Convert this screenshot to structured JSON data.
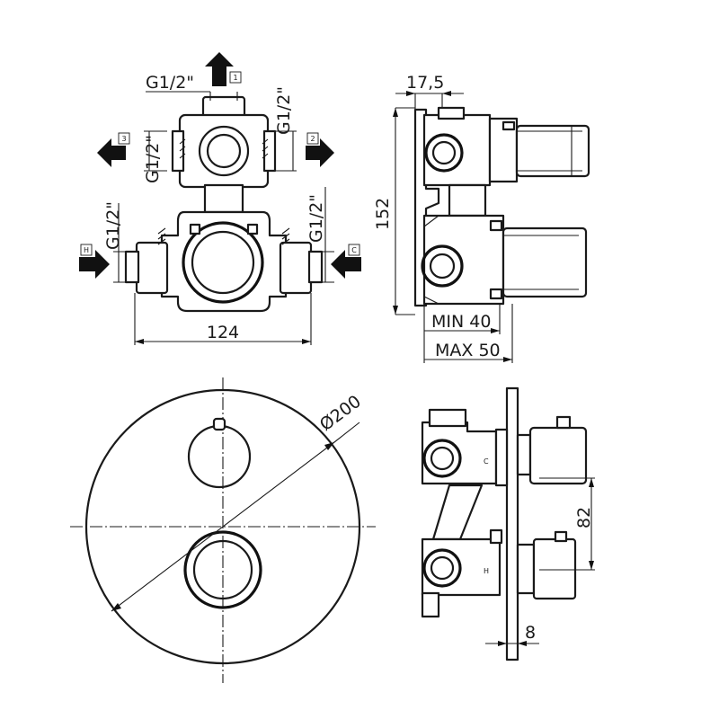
{
  "dimensions": {
    "g_top": "G1/2\"",
    "g_right_top": "G1/2\"",
    "g_left_mid": "G1/2\"",
    "g_left_low": "G1/2\"",
    "g_right_low": "G1/2\"",
    "width_124": "124",
    "depth_17_5": "17,5",
    "height_152": "152",
    "min_40": "MIN 40",
    "max_50": "MAX 50",
    "dia_200": "Ø200",
    "dist_82": "82",
    "plate_8": "8"
  },
  "ports": {
    "p1": "1",
    "p2": "2",
    "p3": "3",
    "hot": "H",
    "cold": "C"
  },
  "valve_marks": {
    "upper": "C",
    "lower": "H"
  }
}
